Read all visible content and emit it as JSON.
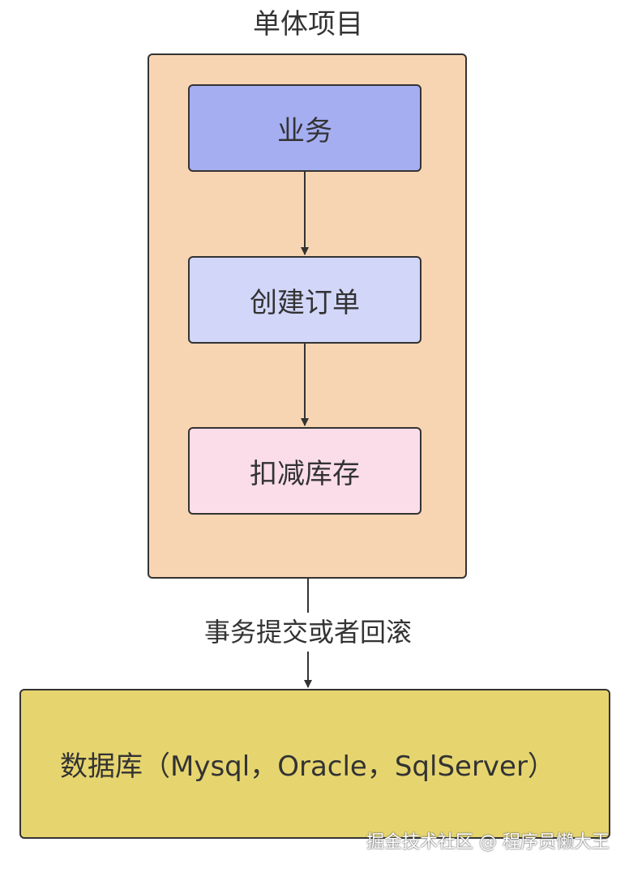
{
  "container": {
    "title": "单体项目",
    "fill": "#f8d5b2"
  },
  "nodes": [
    {
      "label": "业务",
      "fill": "#a6aef2"
    },
    {
      "label": "创建订单",
      "fill": "#d2d6f8"
    },
    {
      "label": "扣减库存",
      "fill": "#fadde9"
    }
  ],
  "edge_label": "事务提交或者回滚",
  "database": {
    "label": "数据库（Mysql，Oracle，SqlServer）",
    "fill": "#e6d56f"
  },
  "watermark": "掘金技术社区 @ 程序员懒大王",
  "line_color": "#333333"
}
